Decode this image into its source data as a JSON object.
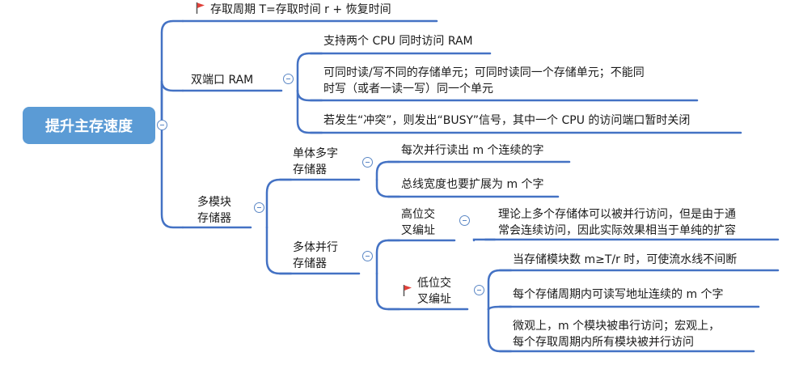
{
  "colors": {
    "line": "#4472c4",
    "root_fill": "#5b9bd5",
    "flag": "#e0413a"
  },
  "root": {
    "label": "提升主存速度"
  },
  "branch_cycle": {
    "label": "存取周期 T=存取时间 r + 恢复时间",
    "icon": "red-flag-icon"
  },
  "dual_port": {
    "label": "双端口 RAM",
    "children": [
      "支持两个 CPU 同时访问 RAM",
      "可同时读/写不同的存储单元；可同时读同一个存储单元；不能同\n时写（或者一读一写）同一个单元",
      "若发生“冲突”，则发出“BUSY”信号，其中一个 CPU 的访问端口暂时关闭"
    ]
  },
  "multi_module": {
    "label": "多模块\n存储器",
    "single": {
      "label": "单体多字\n存储器",
      "children": [
        "每次并行读出 m 个连续的字",
        "总线宽度也要扩展为 m 个字"
      ]
    },
    "parallel": {
      "label": "多体并行\n存储器",
      "high": {
        "label": "高位交\n叉编址",
        "children": [
          "理论上多个存储体可以被并行访问，但是由于通\n常会连续访问，因此实际效果相当于单纯的扩容"
        ]
      },
      "low": {
        "label": "低位交\n叉编址",
        "icon": "red-flag-icon",
        "children": [
          "当存储模块数 m≥T/r 时，可使流水线不间断",
          "每个存储周期内可读写地址连续的 m 个字",
          "微观上，m 个模块被串行访问；宏观上，\n每个存取周期内所有模块被并行访问"
        ]
      }
    }
  }
}
